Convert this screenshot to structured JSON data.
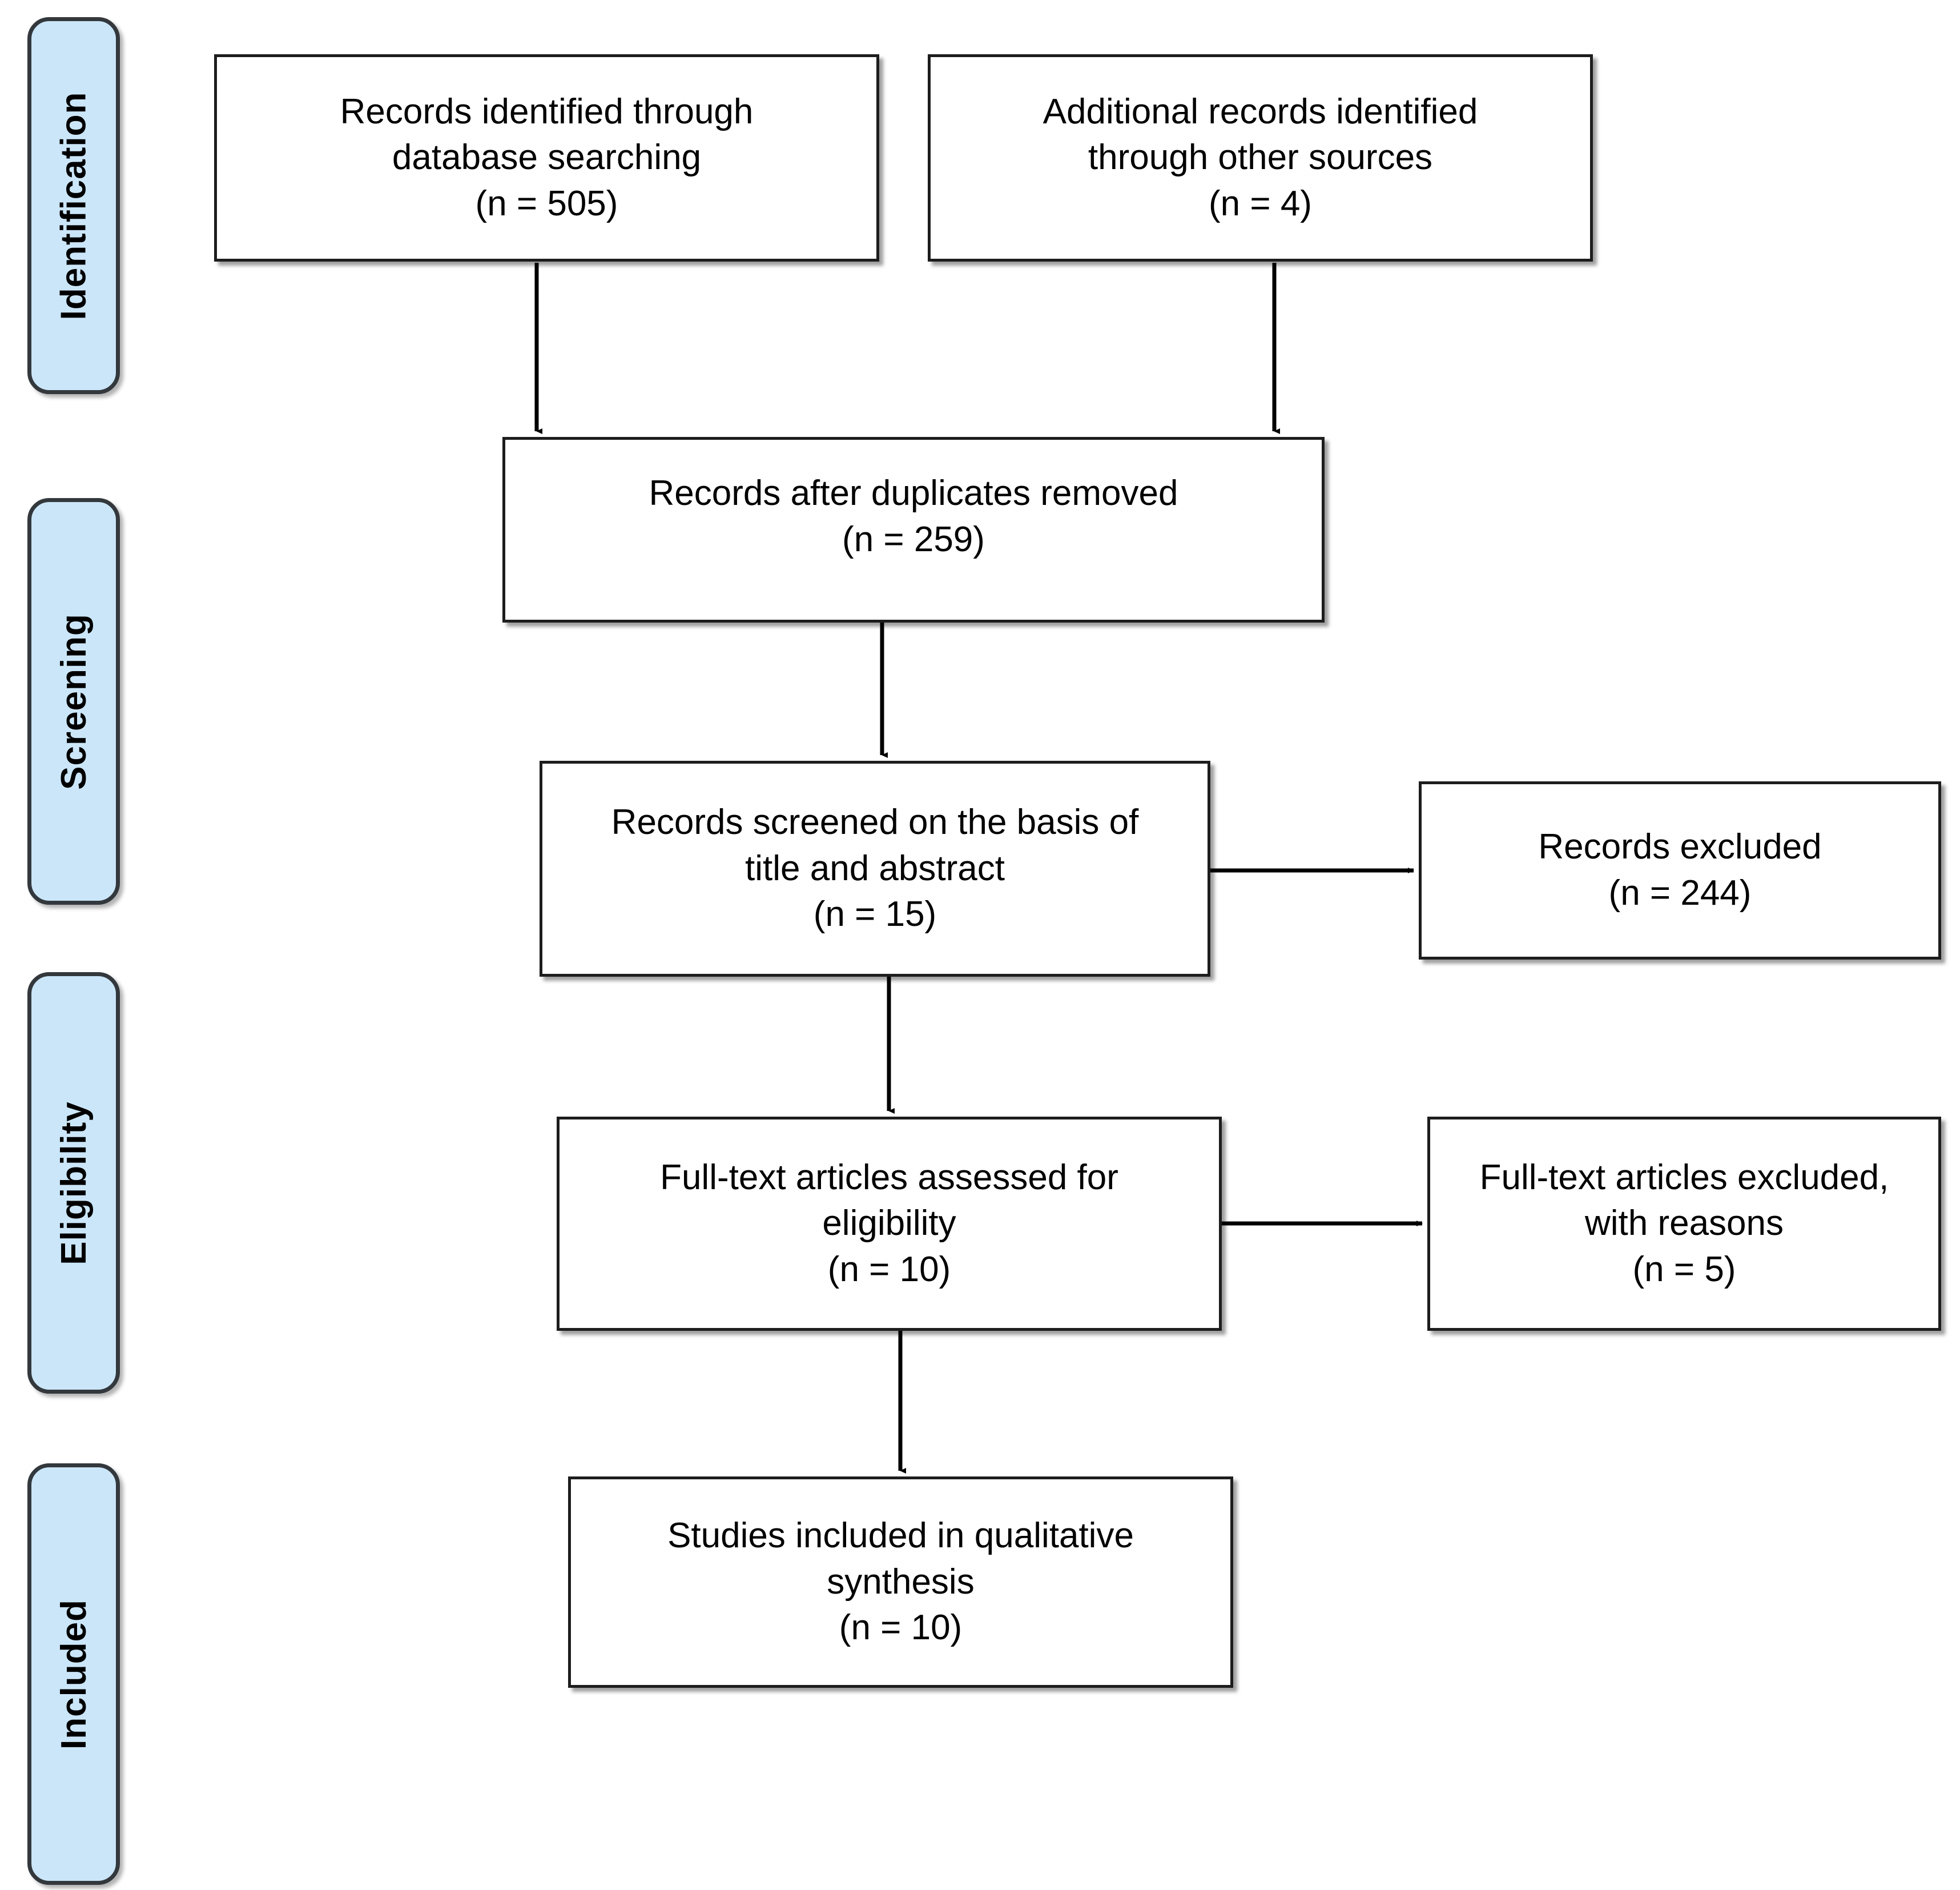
{
  "diagram": {
    "type": "PRISMA flow diagram",
    "stages": [
      {
        "id": "identification",
        "label": "Identification"
      },
      {
        "id": "screening",
        "label": "Screening"
      },
      {
        "id": "eligibility",
        "label": "Eligibility"
      },
      {
        "id": "included",
        "label": "Included"
      }
    ],
    "colors": {
      "stage_fill": "#cbe6f9",
      "stage_border": "#33383d",
      "box_fill": "#ffffff",
      "box_border": "#1d1d1d",
      "connector": "#000000",
      "text": "#000000"
    },
    "boxes": {
      "db_search": {
        "line1": "Records identified through",
        "line2": "database searching",
        "line3": "(n = 505)",
        "n": 505
      },
      "other_sources": {
        "line1": "Additional records identified",
        "line2": "through other sources",
        "line3": "(n = 4)",
        "n": 4
      },
      "duplicates_removed": {
        "line1": "Records after duplicates removed",
        "line2": "(n = 259)",
        "n": 259
      },
      "screened": {
        "line1": "Records screened on the basis of",
        "line2": "title and abstract",
        "line3": "(n = 15)",
        "n": 15
      },
      "records_excluded": {
        "line1": "Records excluded",
        "line2": "(n = 244)",
        "n": 244
      },
      "fulltext_assessed": {
        "line1": "Full-text articles assessed for",
        "line2": "eligibility",
        "line3": "(n = 10)",
        "n": 10
      },
      "fulltext_excluded": {
        "line1": "Full-text articles excluded,",
        "line2": "with reasons",
        "line3": "(n = 5)",
        "n": 5
      },
      "included_qualitative": {
        "line1": "Studies included in qualitative",
        "line2": "synthesis",
        "line3": "(n = 10)",
        "n": 10
      }
    }
  }
}
